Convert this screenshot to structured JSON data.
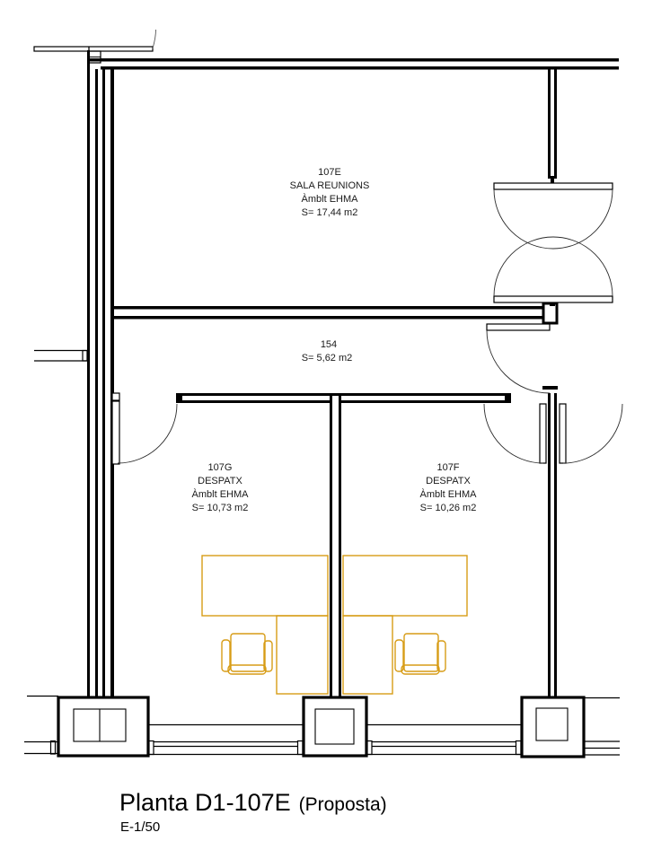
{
  "drawing": {
    "title": "Planta D1-107E",
    "title_suffix": "(Proposta)",
    "scale": "E-1/50"
  },
  "rooms": {
    "r107e": {
      "id": "107E",
      "name": "SALA REUNIONS",
      "ambit": "Àmblt EHMA",
      "area": "S= 17,44 m2"
    },
    "r154": {
      "id": "154",
      "area": "S= 5,62 m2"
    },
    "r107g": {
      "id": "107G",
      "name": "DESPATX",
      "ambit": "Àmblt EHMA",
      "area": "S= 10,73 m2"
    },
    "r107f": {
      "id": "107F",
      "name": "DESPATX",
      "ambit": "Àmblt EHMA",
      "area": "S= 10,26 m2"
    }
  },
  "colors": {
    "wall": "#000000",
    "furniture": "#D79C16",
    "chair": "#E2A232",
    "background": "#FFFFFF",
    "text": "#1A1A1A"
  }
}
